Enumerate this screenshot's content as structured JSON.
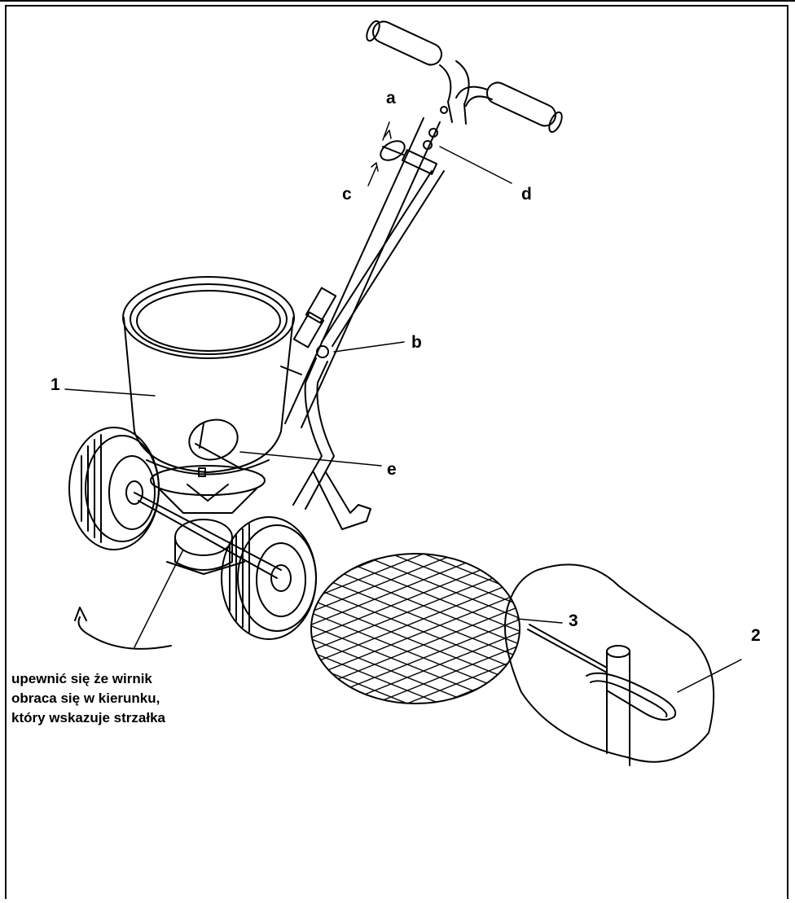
{
  "labels": {
    "a": "a",
    "b": "b",
    "c": "c",
    "d": "d",
    "e": "e",
    "n1": "1",
    "n2": "2",
    "n3": "3"
  },
  "note_lines": [
    "upewnić się że wirnik",
    "obraca się w kierunku,",
    "który wskazuje strzałka"
  ],
  "colors": {
    "line": "#000000",
    "background": "#ffffff"
  }
}
